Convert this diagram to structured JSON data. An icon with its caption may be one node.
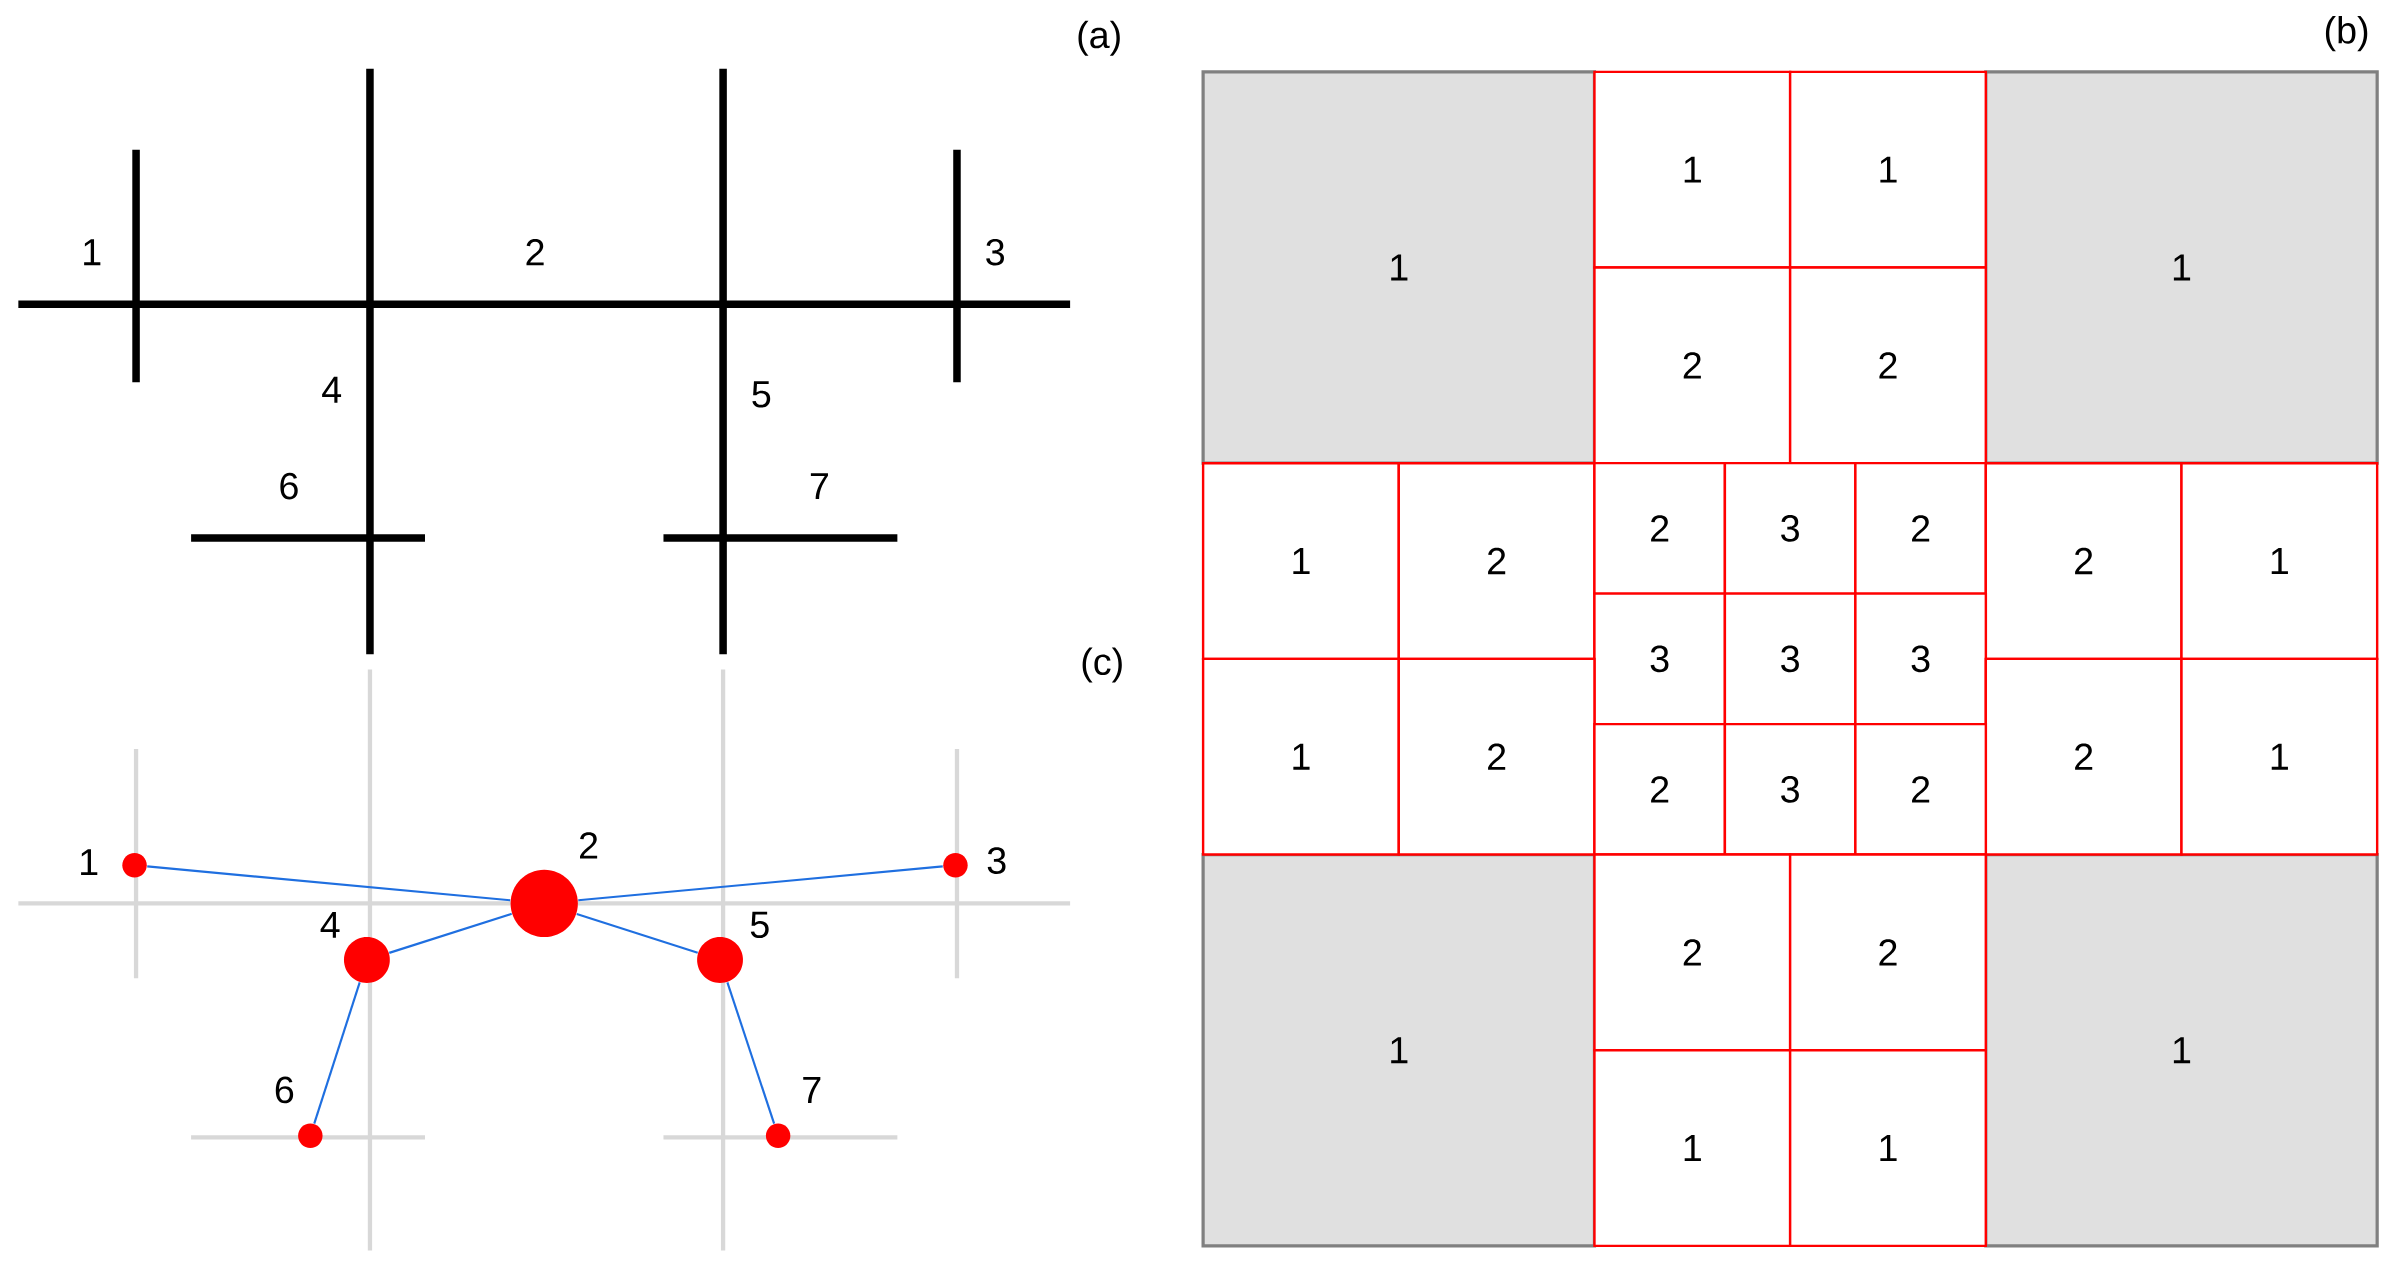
{
  "diagram": {
    "nodes": [
      {
        "text": [
          "1"
        ]
      },
      {
        "text": [
          "1"
        ]
      },
      {
        "text": [
          "1"
        ]
      },
      {
        "text": [
          "1"
        ]
      },
      {
        "text": [
          "2"
        ]
      },
      {
        "text": [
          "2"
        ]
      },
      {
        "text": [
          "1"
        ]
      },
      {
        "text": [
          "2"
        ]
      },
      {
        "text": [
          "2"
        ]
      },
      {
        "text": [
          "3"
        ]
      },
      {
        "text": [
          "2"
        ]
      },
      {
        "text": [
          "2"
        ]
      },
      {
        "text": [
          "1"
        ]
      },
      {
        "text": [
          "3"
        ]
      },
      {
        "text": [
          "3"
        ]
      },
      {
        "text": [
          "3"
        ]
      },
      {
        "text": [
          "1"
        ]
      },
      {
        "text": [
          "2"
        ]
      },
      {
        "text": [
          "2"
        ]
      },
      {
        "text": [
          "1"
        ]
      },
      {
        "text": [
          "2"
        ]
      },
      {
        "text": [
          "3"
        ]
      },
      {
        "text": [
          "2"
        ]
      },
      {
        "text": [
          "1"
        ]
      },
      {
        "text": [
          "2"
        ]
      },
      {
        "text": [
          "2"
        ]
      },
      {
        "text": [
          "1"
        ]
      },
      {
        "text": [
          "1"
        ]
      },
      {
        "text": [
          "1"
        ]
      },
      {
        "text": [],
        "shape": "circle",
        "beside": [
          "1"
        ]
      },
      {
        "text": [],
        "shape": "circle",
        "beside": [
          "2"
        ]
      },
      {
        "text": [],
        "shape": "circle",
        "beside": [
          "3"
        ]
      },
      {
        "text": [],
        "shape": "circle",
        "beside": [
          "4"
        ]
      },
      {
        "text": [],
        "shape": "circle",
        "beside": [
          "5"
        ]
      },
      {
        "text": [],
        "shape": "circle",
        "beside": [
          "6"
        ]
      },
      {
        "text": [],
        "shape": "circle",
        "beside": [
          "7"
        ]
      }
    ],
    "edges": [
      {
        "from": 29,
        "to": 30,
        "arrow": "none"
      },
      {
        "from": 31,
        "to": 30,
        "arrow": "none"
      },
      {
        "from": 30,
        "to": 32,
        "arrow": "none"
      },
      {
        "from": 30,
        "to": 33,
        "arrow": "none"
      },
      {
        "from": 32,
        "to": 34,
        "arrow": "none"
      },
      {
        "from": 33,
        "to": 35,
        "arrow": "none"
      }
    ],
    "labels": [
      "(a)",
      "(b)",
      "1",
      "2",
      "3",
      "4",
      "5",
      "6",
      "7",
      "(c)"
    ]
  }
}
